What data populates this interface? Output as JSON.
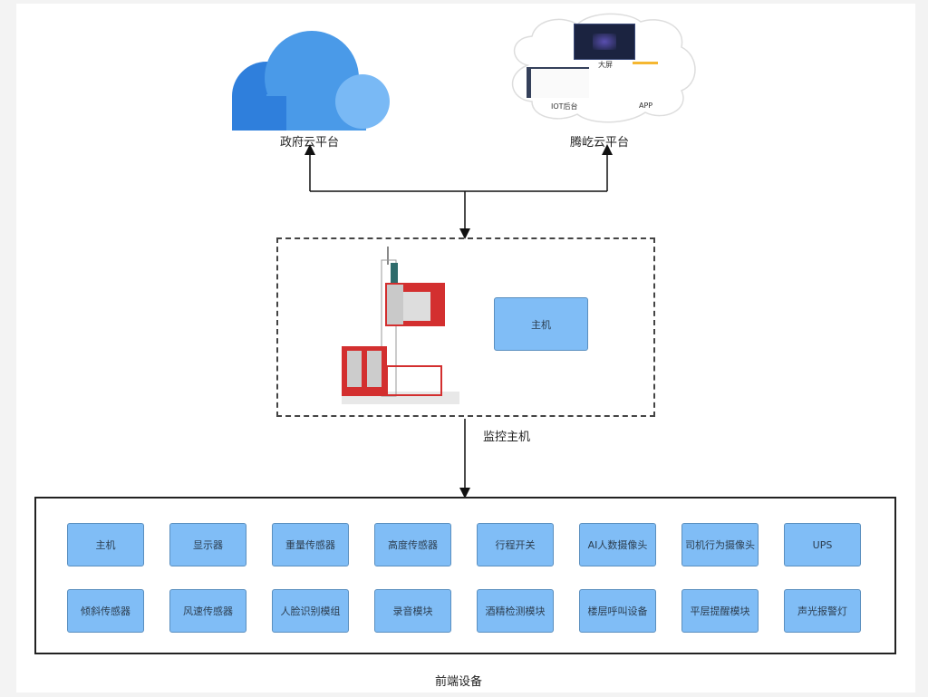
{
  "gov_cloud": {
    "label": "政府云平台",
    "icon": "cloud-icon",
    "colors": [
      "#2f7fdc",
      "#4a9ae8",
      "#79b9f5"
    ]
  },
  "tengyi_cloud": {
    "label": "腾屹云平台",
    "items": [
      {
        "label": "大屏",
        "icon": "dashboard-screen-icon"
      },
      {
        "label": "IOT后台",
        "icon": "admin-backend-icon"
      },
      {
        "label": "APP",
        "icon": "mobile-app-icon"
      }
    ]
  },
  "monitor_host": {
    "label": "监控主机",
    "image": "construction-elevator-icon",
    "host_box": "主机"
  },
  "frontend": {
    "label": "前端设备",
    "rows": [
      [
        "主机",
        "显示器",
        "重量传感器",
        "高度传感器",
        "行程开关",
        "AI人数摄像头",
        "司机行为摄像头",
        "UPS"
      ],
      [
        "倾斜传感器",
        "风速传感器",
        "人脸识别模组",
        "录音模块",
        "酒精检测模块",
        "楼层呼叫设备",
        "平层提醒模块",
        "声光报警灯"
      ]
    ]
  },
  "colors": {
    "box_fill": "#80bdf6",
    "box_border": "#5a8fbf",
    "elevator_red": "#d32f2f"
  }
}
